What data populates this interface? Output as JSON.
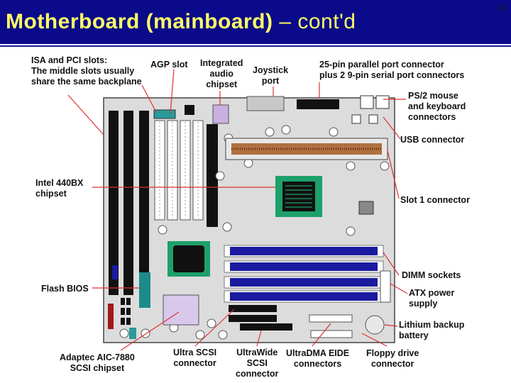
{
  "slide": {
    "title": "Motherboard (mainboard)",
    "title_suffix": "– cont'd",
    "page_number": "31",
    "title_color": "#ffff66",
    "title_bg": "#0a0a8a"
  },
  "labels": {
    "isa_pci": "ISA and PCI slots:\nThe middle slots usually\nshare the same backplane",
    "agp": "AGP slot",
    "audio": "Integrated\naudio\nchipset",
    "joystick": "Joystick\nport",
    "parallel": "25-pin parallel port connector\nplus 2 9-pin serial port connectors",
    "ps2": "PS/2 mouse\nand keyboard\nconnectors",
    "usb": "USB connector",
    "intel": "Intel 440BX\nchipset",
    "slot1": "Slot 1 connector",
    "dimm": "DIMM sockets",
    "flash": "Flash BIOS",
    "atx": "ATX power\nsupply",
    "battery": "Lithium backup\nbattery",
    "adaptec": "Adaptec AIC-7880\nSCSI chipset",
    "ultrascsi": "Ultra SCSI\nconnector",
    "ultrawide": "UltraWide\nSCSI\nconnector",
    "ultradma": "UltraDMA EIDE\nconnectors",
    "floppy": "Floppy drive\nconnector"
  },
  "colors": {
    "leader_line": "#e03030",
    "board": "#dcdcdc",
    "dimm": "#1a1aa0",
    "cpu_socket": "#1ea06a",
    "bios_chip": "#1e8a8a",
    "agp_slot": "#2a9a9a",
    "audio_chip": "#c9b0e0",
    "scsi_chip": "#d8c8ec",
    "slot_bar": "#b07040"
  }
}
